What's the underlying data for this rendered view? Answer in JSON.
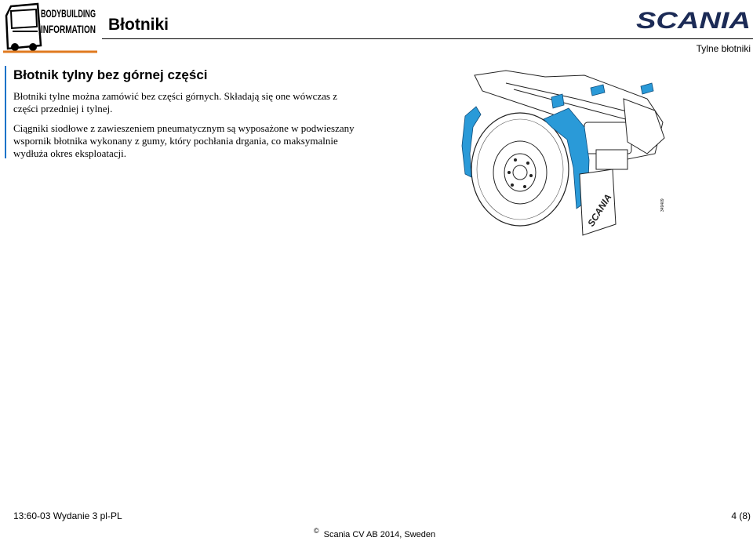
{
  "header": {
    "logo_line1": "BODYBUILDING",
    "logo_line2": "INFORMATION",
    "title": "Błotniki",
    "brand": "SCANIA",
    "section": "Tylne błotniki"
  },
  "content": {
    "heading": "Błotnik tylny bez górnej części",
    "paragraphs": [
      "Błotniki tylne można zamówić bez części górnych. Składają się one wówczas z części przedniej i tylnej.",
      "Ciągniki siodłowe z zawieszeniem pneumatycznym są wyposażone w podwieszany wspornik błotnika wykonany z gumy, który pochłania drgania, co maksymalnie wydłuża okres eksploatacji."
    ],
    "figure_id": "349409",
    "mudflap_text": "SCANIA"
  },
  "footer": {
    "doc_ref": "13:60-03 Wydanie 3 pl-PL",
    "page": "4 (8)",
    "copyright_symbol": "©",
    "copyright": "Scania CV AB 2014, Sweden"
  },
  "colors": {
    "accent": "#1a73c9",
    "fender": "#2a9ad8",
    "brand": "#1c2b56"
  }
}
